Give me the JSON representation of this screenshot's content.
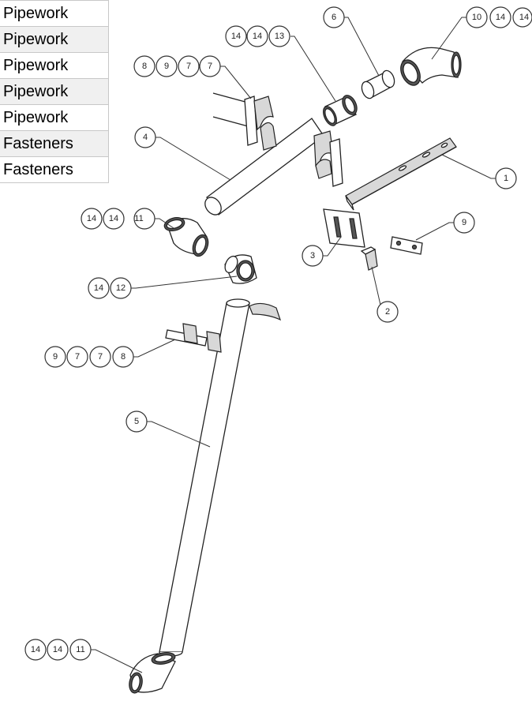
{
  "parts_table": {
    "rows": [
      "Pipework",
      "Pipework",
      "Pipework",
      "Pipework",
      "Pipework",
      "Fasteners",
      "Fasteners"
    ]
  },
  "callouts": [
    {
      "id": "c-10-14-14",
      "labels": [
        "10",
        "14",
        "14"
      ]
    },
    {
      "id": "c-6",
      "labels": [
        "6"
      ]
    },
    {
      "id": "c-14-14-13",
      "labels": [
        "14",
        "14",
        "13"
      ]
    },
    {
      "id": "c-8-9-7-7",
      "labels": [
        "8",
        "9",
        "7",
        "7"
      ]
    },
    {
      "id": "c-4",
      "labels": [
        "4"
      ]
    },
    {
      "id": "c-1",
      "labels": [
        "1"
      ]
    },
    {
      "id": "c-14-14-11-top",
      "labels": [
        "14",
        "14",
        "11"
      ]
    },
    {
      "id": "c-9-right",
      "labels": [
        "9"
      ]
    },
    {
      "id": "c-3",
      "labels": [
        "3"
      ]
    },
    {
      "id": "c-14-12",
      "labels": [
        "14",
        "12"
      ]
    },
    {
      "id": "c-2",
      "labels": [
        "2"
      ]
    },
    {
      "id": "c-9-7-7-8",
      "labels": [
        "9",
        "7",
        "7",
        "8"
      ]
    },
    {
      "id": "c-5",
      "labels": [
        "5"
      ]
    },
    {
      "id": "c-14-14-11-bottom",
      "labels": [
        "14",
        "14",
        "11"
      ]
    }
  ]
}
